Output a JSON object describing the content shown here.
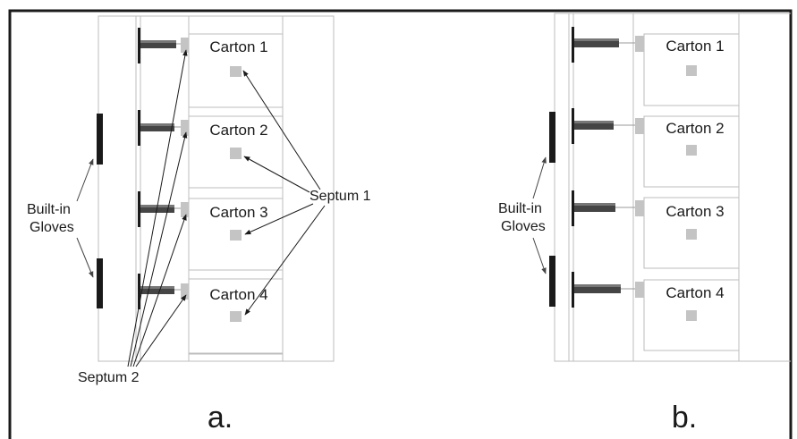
{
  "panel_a": {
    "caption": "a.",
    "cartons": [
      "Carton 1",
      "Carton 2",
      "Carton 3",
      "Carton 4"
    ],
    "gloves_label": [
      "Built-in",
      "Gloves"
    ],
    "septum1_label": "Septum 1",
    "septum2_label": "Septum 2"
  },
  "panel_b": {
    "caption": "b.",
    "cartons": [
      "Carton 1",
      "Carton 2",
      "Carton 3",
      "Carton 4"
    ],
    "gloves_label": [
      "Built-in",
      "Gloves"
    ]
  },
  "colors": {
    "line": "#b8b8b8",
    "glove": "#1a1a1a",
    "sleeve": "#4a4a4a",
    "septum": "#c4c4c4",
    "frame": "#1a1a1a"
  }
}
